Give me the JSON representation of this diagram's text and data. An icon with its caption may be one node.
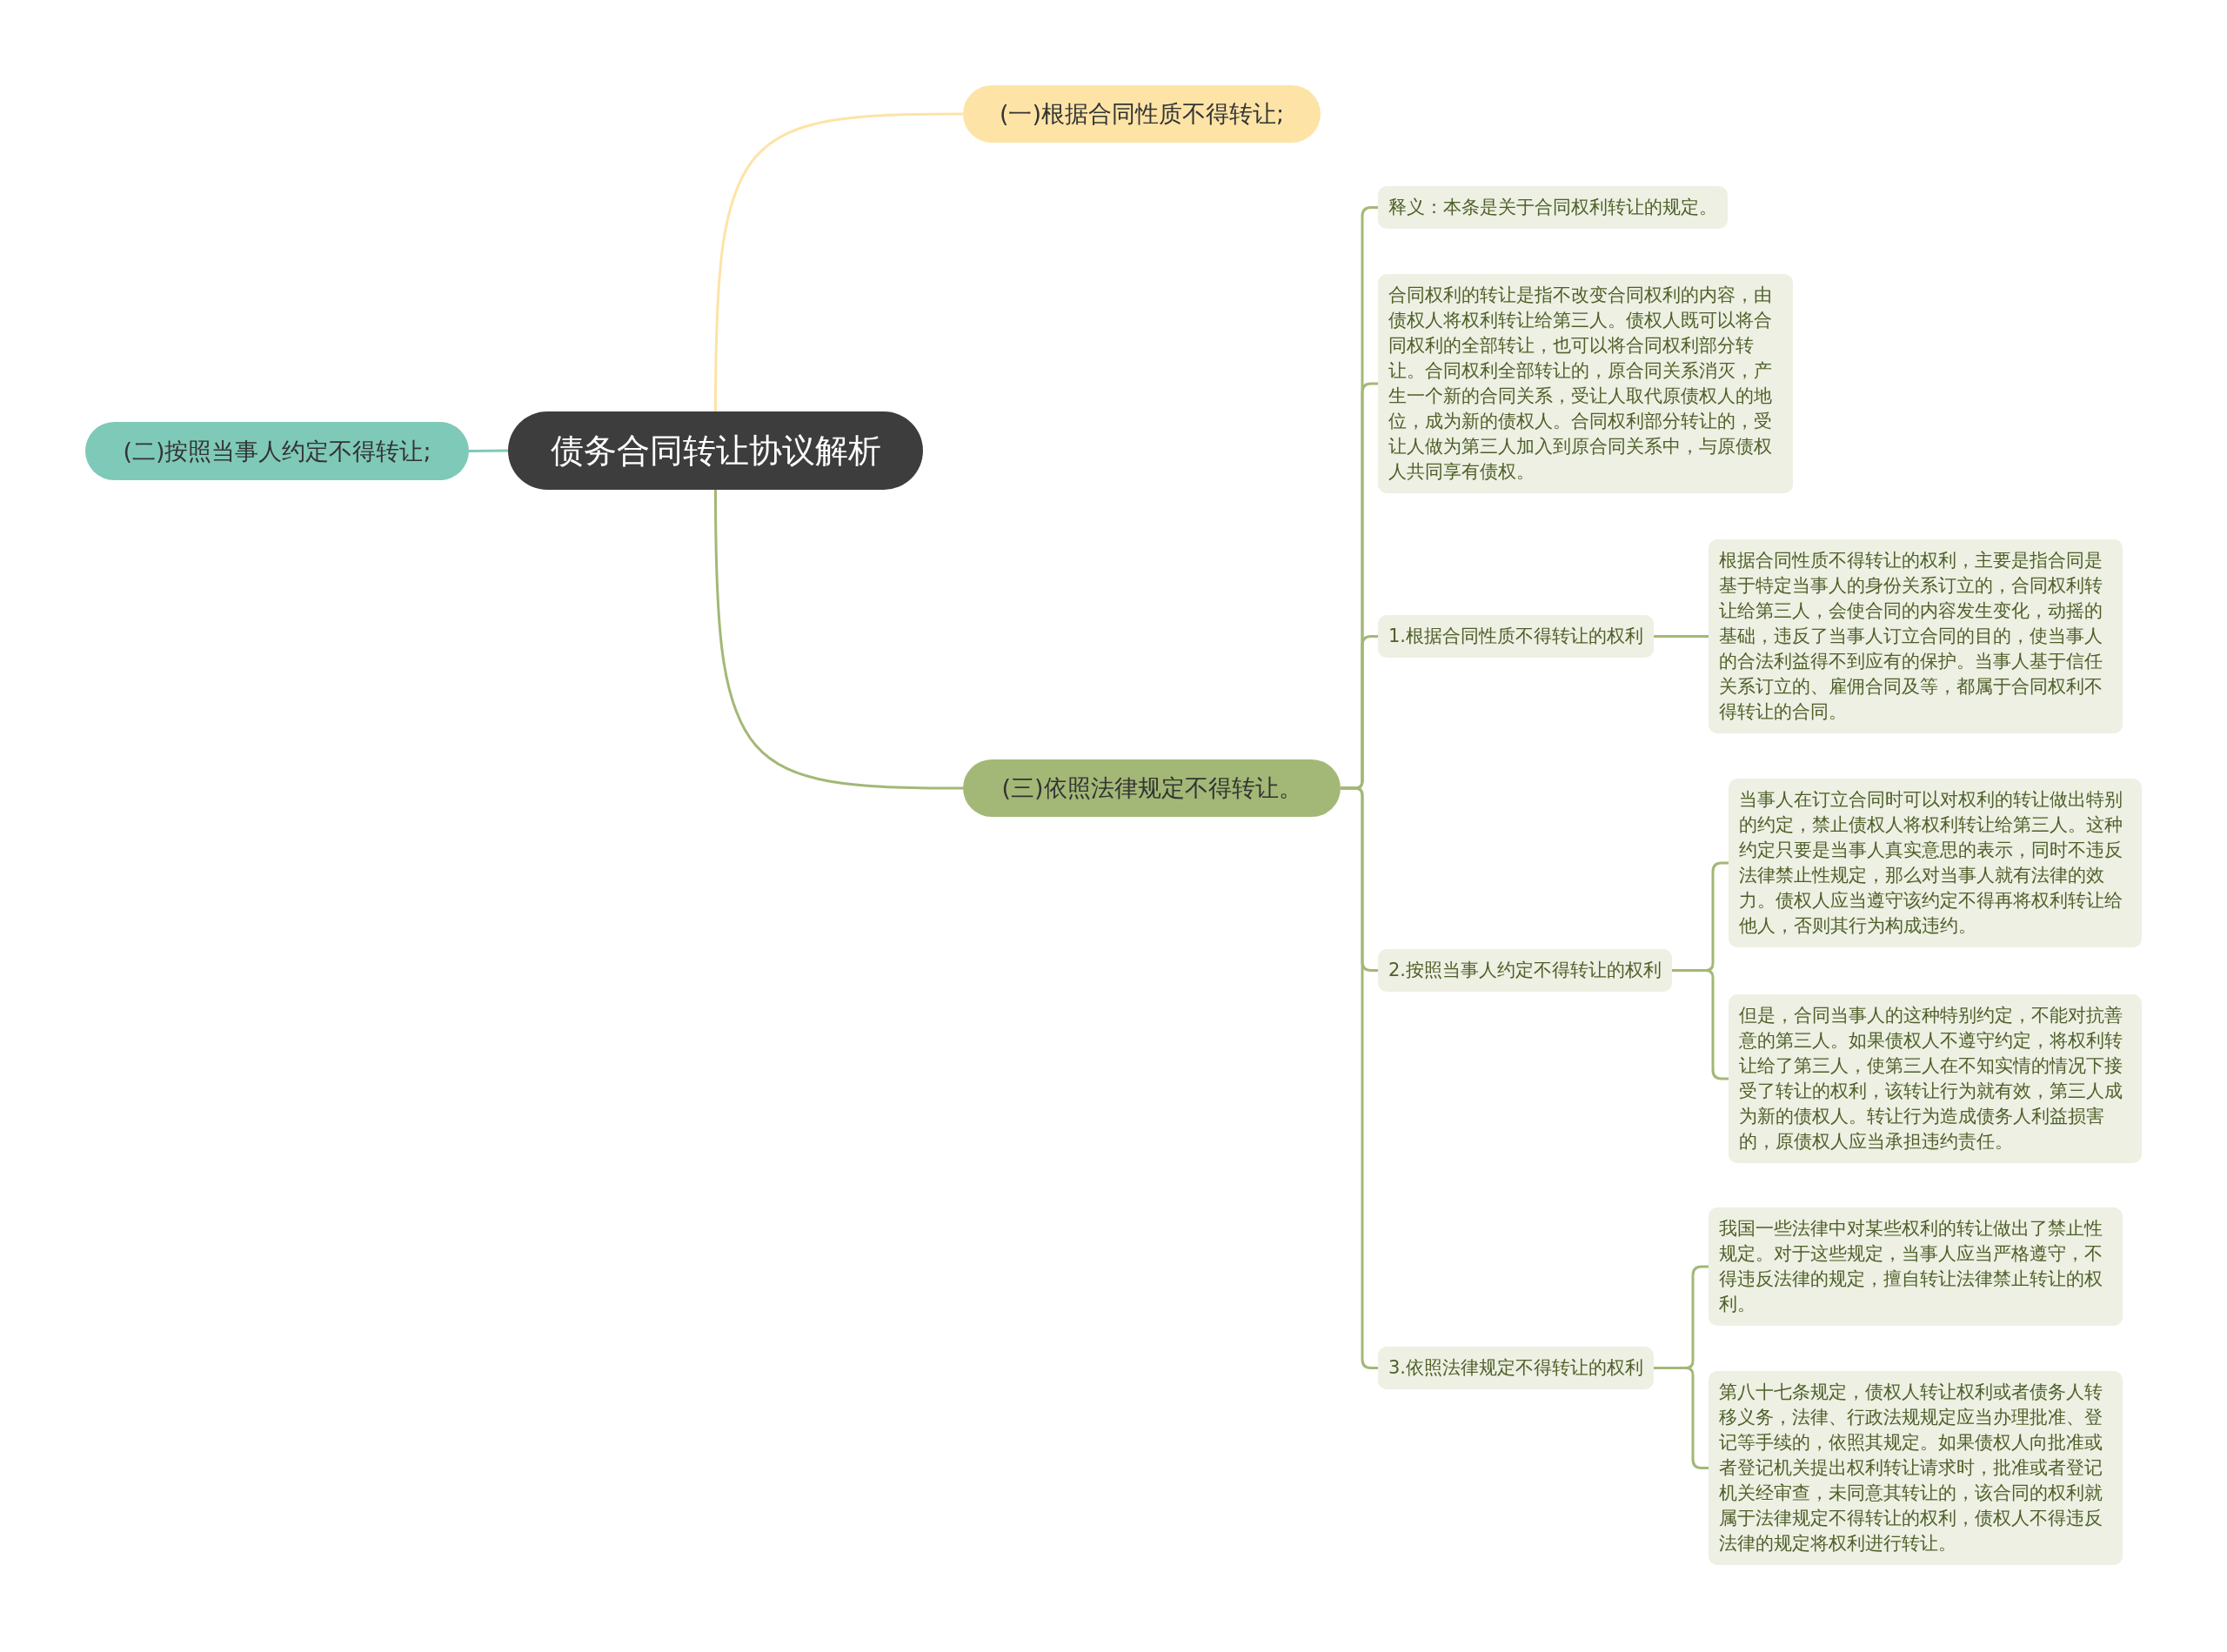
{
  "diagram": {
    "nodes": [
      {
        "text": [
          "债务合同转让协议解析"
        ]
      },
      {
        "text": [
          "(一)根据合同性质不得转让;"
        ]
      },
      {
        "text": [
          "(二)按照当事人约定不得转让;"
        ]
      },
      {
        "text": [
          "(三)依照法律规定不得转让。"
        ]
      },
      {
        "text": [
          "释义：本条是关于合同权利转让的规定。"
        ]
      },
      {
        "text": [
          "合同权利的转让是指不改变合同权利的内容，由债权人将权利转让给第三人。债权人既可以将合同权利的全部转让，也可以将合同权利部分转让。合同权利全部转让的，原合同关系消灭，产生一个新的合同关系，受让人取代原债权人的地位，成为新的债权人。合同权利部分转让的，受让人做为第三人加入到原合同关系中，与原债权人共同享有债权。"
        ]
      },
      {
        "text": [
          "1.根据合同性质不得转让的权利"
        ]
      },
      {
        "text": [
          "根据合同性质不得转让的权利，主要是指合同是基于特定当事人的身份关系订立的，合同权利转让给第三人，会使合同的内容发生变化，动摇的基础，违反了当事人订立合同的目的，使当事人的合法利益得不到应有的保护。当事人基于信任关系订立的、雇佣合同及等，都属于合同权利不得转让的合同。"
        ]
      },
      {
        "text": [
          "2.按照当事人约定不得转让的权利"
        ]
      },
      {
        "text": [
          "当事人在订立合同时可以对权利的转让做出特别的约定，禁止债权人将权利转让给第三人。这种约定只要是当事人真实意思的表示，同时不违反法律禁止性规定，那么对当事人就有法律的效力。债权人应当遵守该约定不得再将权利转让给他人，否则其行为构成违约。"
        ]
      },
      {
        "text": [
          "但是，合同当事人的这种特别约定，不能对抗善意的第三人。如果债权人不遵守约定，将权利转让给了第三人，使第三人在不知实情的情况下接受了转让的权利，该转让行为就有效，第三人成为新的债权人。转让行为造成债务人利益损害的，原债权人应当承担违约责任。"
        ]
      },
      {
        "text": [
          "3.依照法律规定不得转让的权利"
        ]
      },
      {
        "text": [
          "我国一些法律中对某些权利的转让做出了禁止性规定。对于这些规定，当事人应当严格遵守，不得违反法律的规定，擅自转让法律禁止转让的权利。"
        ]
      },
      {
        "text": [
          "第八十七条规定，债权人转让权利或者债务人转移义务，法律、行政法规规定应当办理批准、登记等手续的，依照其规定。如果债权人向批准或者登记机关提出权利转让请求时，批准或者登记机关经审查，未同意其转让的，该合同的权利就属于法律规定不得转让的权利，债权人不得违反法律的规定将权利进行转让。"
        ]
      }
    ],
    "edges": [
      {
        "from": 0,
        "to": 1,
        "arrow": "none",
        "color": "#fde4a6"
      },
      {
        "from": 0,
        "to": 2,
        "arrow": "none",
        "color": "#7fc9b8"
      },
      {
        "from": 0,
        "to": 3,
        "arrow": "none"
      },
      {
        "from": 3,
        "to": 4,
        "arrow": "none"
      },
      {
        "from": 3,
        "to": 5,
        "arrow": "none"
      },
      {
        "from": 3,
        "to": 6,
        "arrow": "none"
      },
      {
        "from": 6,
        "to": 7,
        "arrow": "none"
      },
      {
        "from": 3,
        "to": 8,
        "arrow": "none"
      },
      {
        "from": 8,
        "to": 9,
        "arrow": "none"
      },
      {
        "from": 8,
        "to": 10,
        "arrow": "none"
      },
      {
        "from": 3,
        "to": 11,
        "arrow": "none"
      },
      {
        "from": 11,
        "to": 12,
        "arrow": "none"
      },
      {
        "from": 11,
        "to": 13,
        "arrow": "none"
      }
    ]
  }
}
